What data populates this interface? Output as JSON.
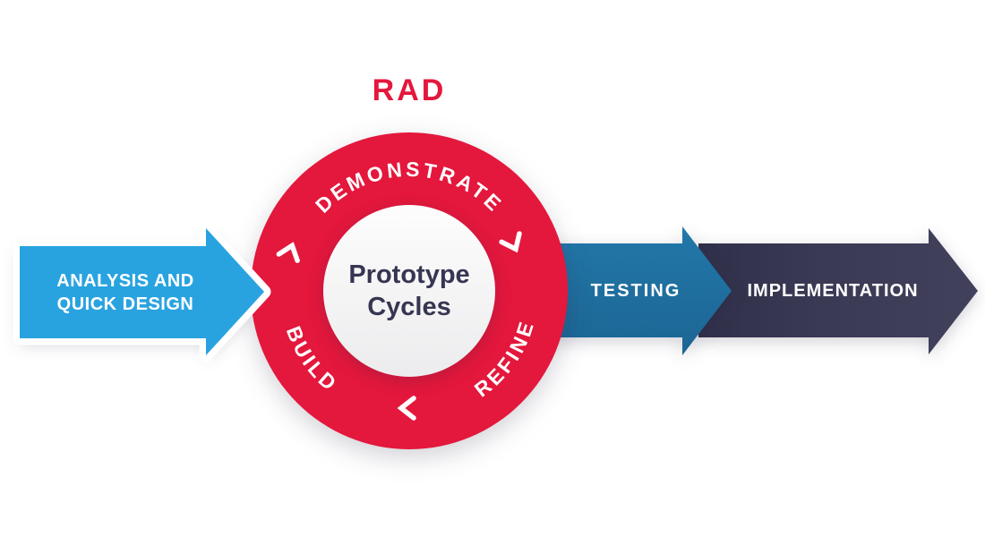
{
  "title": "RAD",
  "phases": {
    "analysis": {
      "label": "ANALYSIS AND QUICK DESIGN"
    },
    "testing": {
      "label": "TESTING"
    },
    "implementation": {
      "label": "IMPLEMENTATION"
    }
  },
  "cycle": {
    "center_label": "Prototype Cycles",
    "steps": {
      "demonstrate": "DEMONSTRATE",
      "refine": "REFINE",
      "build": "BUILD"
    },
    "direction": "clockwise"
  },
  "colors": {
    "accent_red": "#E4173C",
    "light_blue": "#29A3E0",
    "teal_blue": "#1F6F9E",
    "dark_navy": "#3A3A55",
    "inner_circle": "#FBFBFB",
    "center_text": "#363652",
    "label_text": "#FFFFFF"
  }
}
